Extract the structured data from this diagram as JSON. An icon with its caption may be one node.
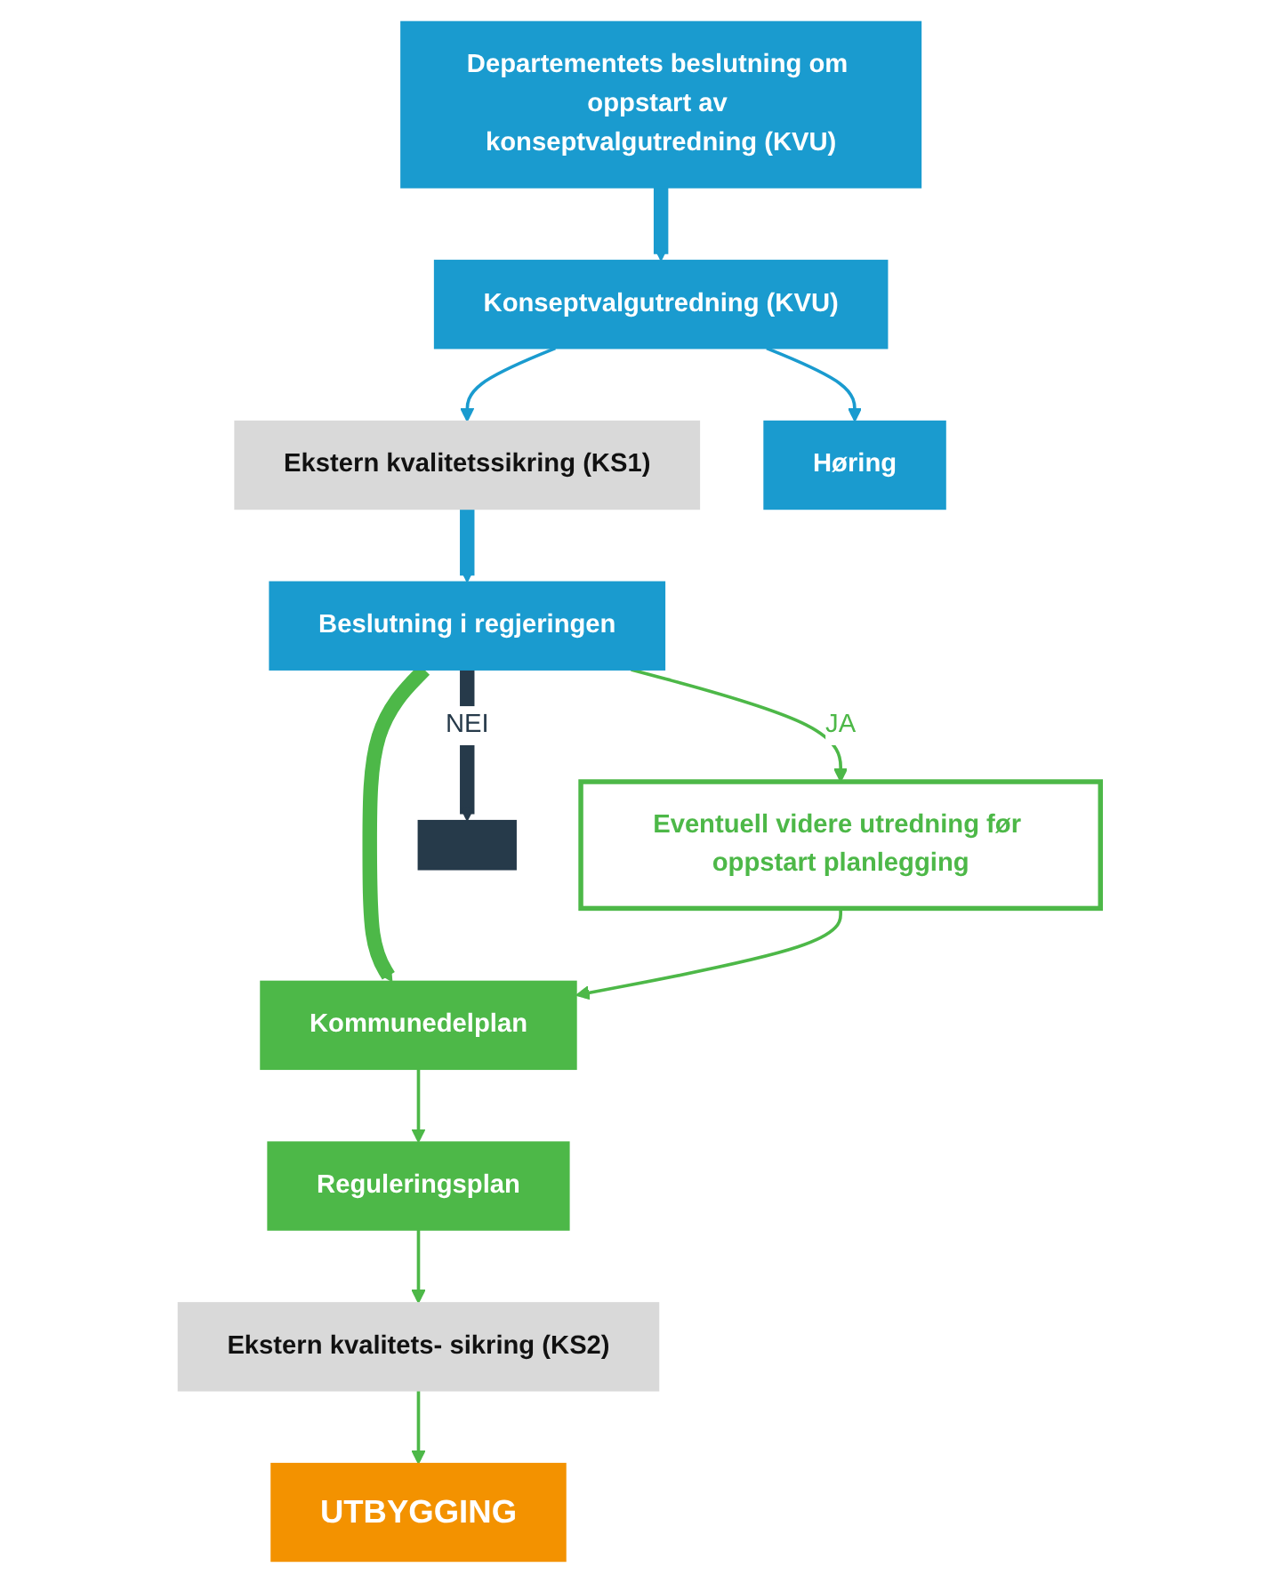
{
  "diagram": {
    "nodes": [
      {
        "text": [
          "Departementets beslutning om oppstart av konseptvalgutredning (KVU)"
        ]
      },
      {
        "text": [
          "Konseptvalgutredning (KVU)"
        ]
      },
      {
        "text": [
          "Ekstern kvalitetssikring (KS1)"
        ]
      },
      {
        "text": [
          "Høring"
        ]
      },
      {
        "text": [
          "Beslutning i regjeringen"
        ]
      },
      {
        "text": [
          "Eventuell videre utredning før oppstart planlegging"
        ]
      },
      {
        "text": [
          "Kommunedelplan"
        ]
      },
      {
        "text": [
          "Reguleringsplan"
        ]
      },
      {
        "text": [
          "Ekstern kvalitets- sikring (KS2)"
        ]
      },
      {
        "text": [
          "UTBYGGING"
        ]
      },
      {
        "text": [],
        "shape": "bar"
      }
    ],
    "edges": [
      {
        "from": 0,
        "to": 1,
        "arrow": "to",
        "style": "thick",
        "color": "#1a9bcf"
      },
      {
        "from": 1,
        "to": 2,
        "arrow": "to",
        "color": "#1a9bcf"
      },
      {
        "from": 1,
        "to": 3,
        "arrow": "to",
        "color": "#1a9bcf"
      },
      {
        "from": 2,
        "to": 4,
        "arrow": "to",
        "style": "thick",
        "color": "#1a9bcf"
      },
      {
        "from": 4,
        "to": 5,
        "label": "JA",
        "arrow": "to"
      },
      {
        "from": 4,
        "to": 6,
        "arrow": "to",
        "style": "thick"
      },
      {
        "from": 5,
        "to": 6,
        "arrow": "to"
      },
      {
        "from": 4,
        "to": 10,
        "label": "NEI",
        "arrow": "to",
        "style": "thick",
        "color": "#263a4a"
      },
      {
        "from": 6,
        "to": 7,
        "arrow": "to"
      },
      {
        "from": 7,
        "to": 8,
        "arrow": "to"
      },
      {
        "from": 8,
        "to": 9,
        "arrow": "to"
      }
    ]
  }
}
